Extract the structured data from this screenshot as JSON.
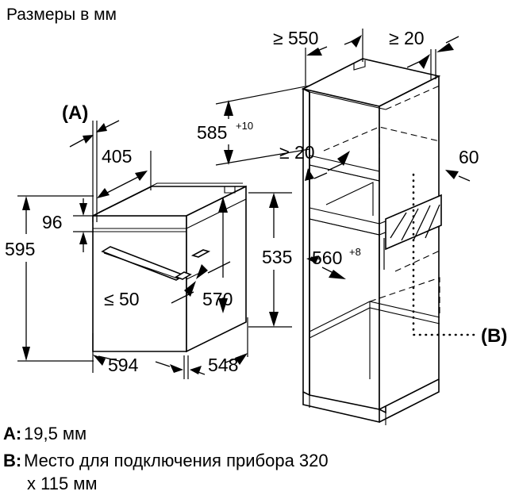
{
  "title": "Размеры в мм",
  "diagram": {
    "type": "technical-dimension-drawing",
    "subject": "built-in oven and cabinet niche",
    "appliance_labels": {
      "a": "(A)",
      "b": "(B)"
    },
    "oven_dimensions": [
      {
        "id": "oven-height-overall",
        "value": "595"
      },
      {
        "id": "oven-panel-height",
        "value": "96"
      },
      {
        "id": "oven-door-front-depth",
        "value": "405"
      },
      {
        "id": "oven-gap",
        "value": "≤ 50"
      },
      {
        "id": "oven-body-height",
        "value": "570"
      },
      {
        "id": "oven-width",
        "value": "594"
      },
      {
        "id": "oven-depth",
        "value": "548"
      },
      {
        "id": "oven-side-height",
        "value": "535"
      }
    ],
    "cabinet_dimensions": [
      {
        "id": "niche-depth",
        "value": "≥ 550"
      },
      {
        "id": "niche-side-clearance-top",
        "value": "≥ 20"
      },
      {
        "id": "niche-side-clearance-mid",
        "value": "≥ 20"
      },
      {
        "id": "niche-height",
        "value": "585",
        "tolerance": "+10"
      },
      {
        "id": "niche-rear-clearance",
        "value": "60"
      },
      {
        "id": "niche-width",
        "value": "560",
        "tolerance": "+8"
      }
    ]
  },
  "legend": [
    {
      "key": "A:",
      "text": "19,5 мм"
    },
    {
      "key": "B:",
      "text": "Место для подключения прибора 320",
      "text2": "х 115 мм"
    }
  ],
  "colors": {
    "ink": "#000000",
    "paper": "#ffffff"
  }
}
